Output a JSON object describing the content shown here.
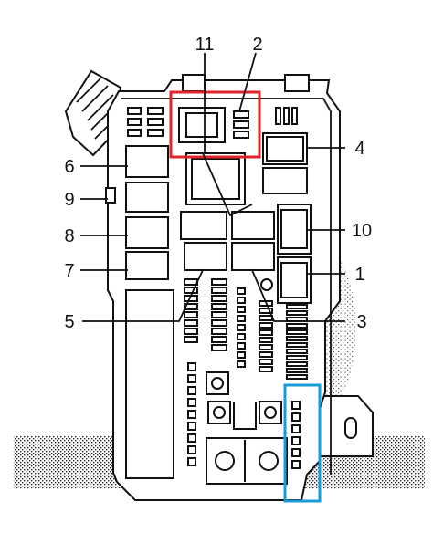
{
  "diagram": {
    "callouts": [
      {
        "id": "11",
        "label": "11"
      },
      {
        "id": "2",
        "label": "2"
      },
      {
        "id": "6",
        "label": "6"
      },
      {
        "id": "4",
        "label": "4"
      },
      {
        "id": "9",
        "label": "9"
      },
      {
        "id": "10",
        "label": "10"
      },
      {
        "id": "8",
        "label": "8"
      },
      {
        "id": "7",
        "label": "7"
      },
      {
        "id": "1",
        "label": "1"
      },
      {
        "id": "5",
        "label": "5"
      },
      {
        "id": "3",
        "label": "3"
      }
    ],
    "highlight_colors": {
      "red_box": "#e0262b",
      "blue_box": "#1a9ad6"
    },
    "line_color": "#111111"
  }
}
